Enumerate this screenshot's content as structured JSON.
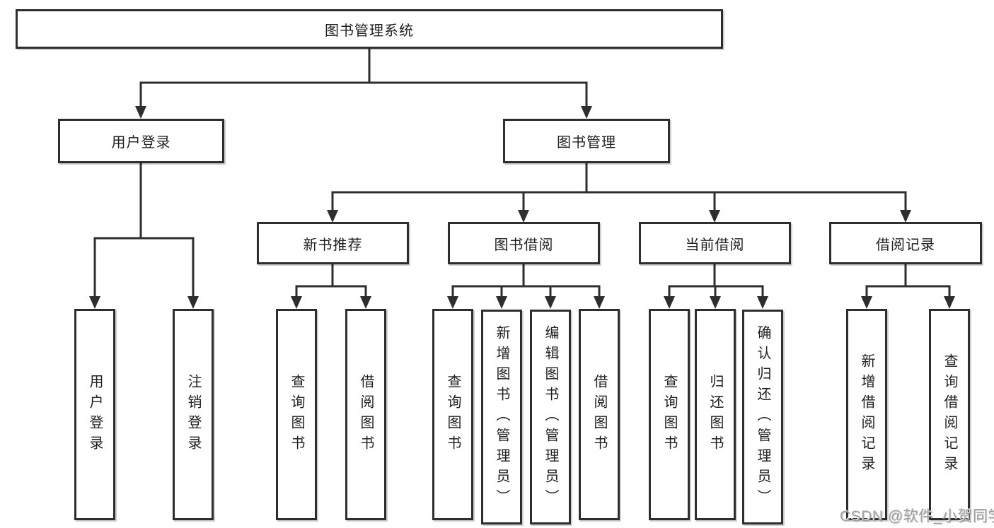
{
  "tree": {
    "root": {
      "label": "图书管理系统"
    },
    "branches": [
      {
        "label": "用户登录",
        "children": [
          {
            "label": "用户登录"
          },
          {
            "label": "注销登录"
          }
        ]
      },
      {
        "label": "图书管理",
        "children": [
          {
            "label": "新书推荐",
            "children": [
              {
                "label": "查询图书"
              },
              {
                "label": "借阅图书"
              }
            ]
          },
          {
            "label": "图书借阅",
            "children": [
              {
                "label": "查询图书"
              },
              {
                "label": "新增图书（管理员）"
              },
              {
                "label": "编辑图书（管理员）"
              },
              {
                "label": "借阅图书"
              }
            ]
          },
          {
            "label": "当前借阅",
            "children": [
              {
                "label": "查询图书"
              },
              {
                "label": "归还图书"
              },
              {
                "label": "确认归还（管理员）"
              }
            ]
          },
          {
            "label": "借阅记录",
            "children": [
              {
                "label": "新增借阅记录"
              },
              {
                "label": "查询借阅记录"
              }
            ]
          }
        ]
      }
    ]
  },
  "watermark": {
    "text": "CSDN @软件_小贺同学"
  },
  "colors": {
    "line": "#2e2e2e",
    "box_border": "#2e2e2e",
    "box_fill": "#ffffff",
    "text": "#1f1f1f",
    "watermark": "#a0a0a0",
    "background": "#ffffff"
  }
}
